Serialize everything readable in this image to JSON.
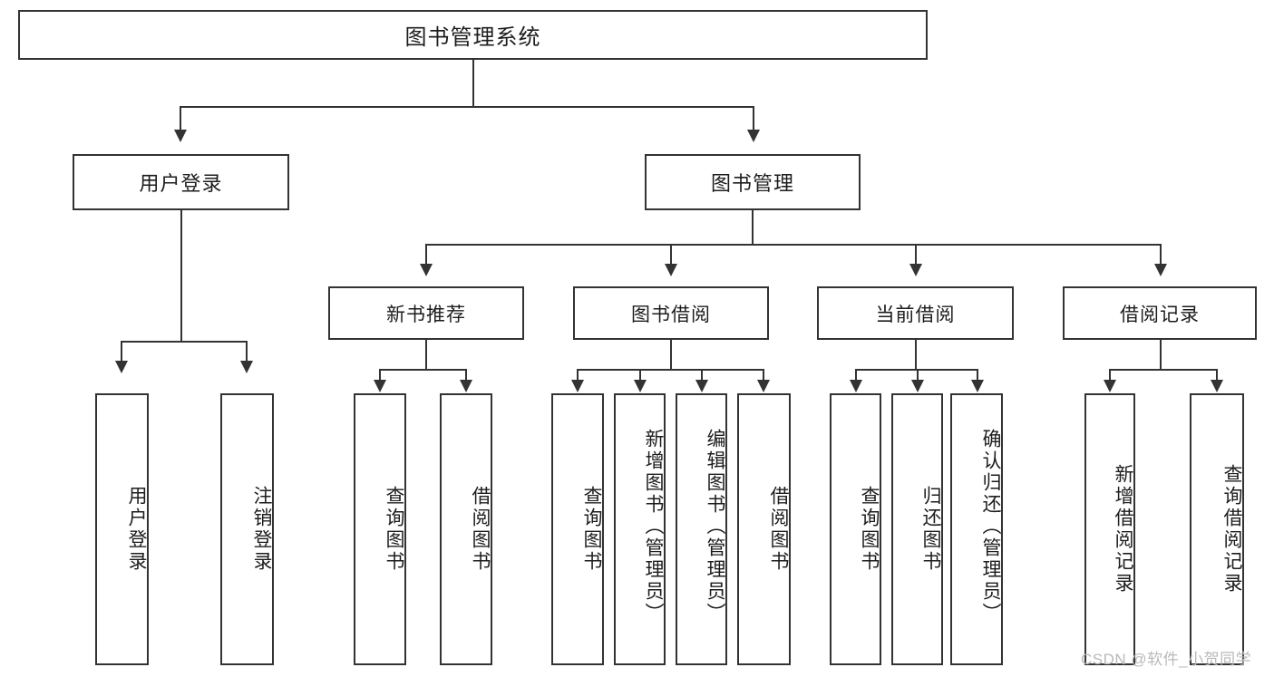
{
  "diagram": {
    "type": "tree-hierarchy",
    "title": "图书管理系统",
    "root": {
      "label": "图书管理系统"
    },
    "level2": [
      {
        "label": "用户登录"
      },
      {
        "label": "图书管理"
      }
    ],
    "level3": [
      {
        "label": "新书推荐"
      },
      {
        "label": "图书借阅"
      },
      {
        "label": "当前借阅"
      },
      {
        "label": "借阅记录"
      }
    ],
    "leaves": {
      "user_login": [
        {
          "label": "用户登录"
        },
        {
          "label": "注销登录"
        }
      ],
      "new_book_recommend": [
        {
          "label": "查询图书"
        },
        {
          "label": "借阅图书"
        }
      ],
      "book_borrow": [
        {
          "label": "查询图书"
        },
        {
          "label": "新增图书（管理员）"
        },
        {
          "label": "编辑图书（管理员）"
        },
        {
          "label": "借阅图书"
        }
      ],
      "current_borrow": [
        {
          "label": "查询图书"
        },
        {
          "label": "归还图书"
        },
        {
          "label": "确认归还（管理员）"
        }
      ],
      "borrow_record": [
        {
          "label": "新增借阅记录"
        },
        {
          "label": "查询借阅记录"
        }
      ]
    }
  },
  "watermark": {
    "text": "CSDN @软件_小贺同学"
  },
  "colors": {
    "stroke": "#333333",
    "background": "#ffffff",
    "text": "#1d1d1d",
    "watermark": "#b9b9b9"
  }
}
